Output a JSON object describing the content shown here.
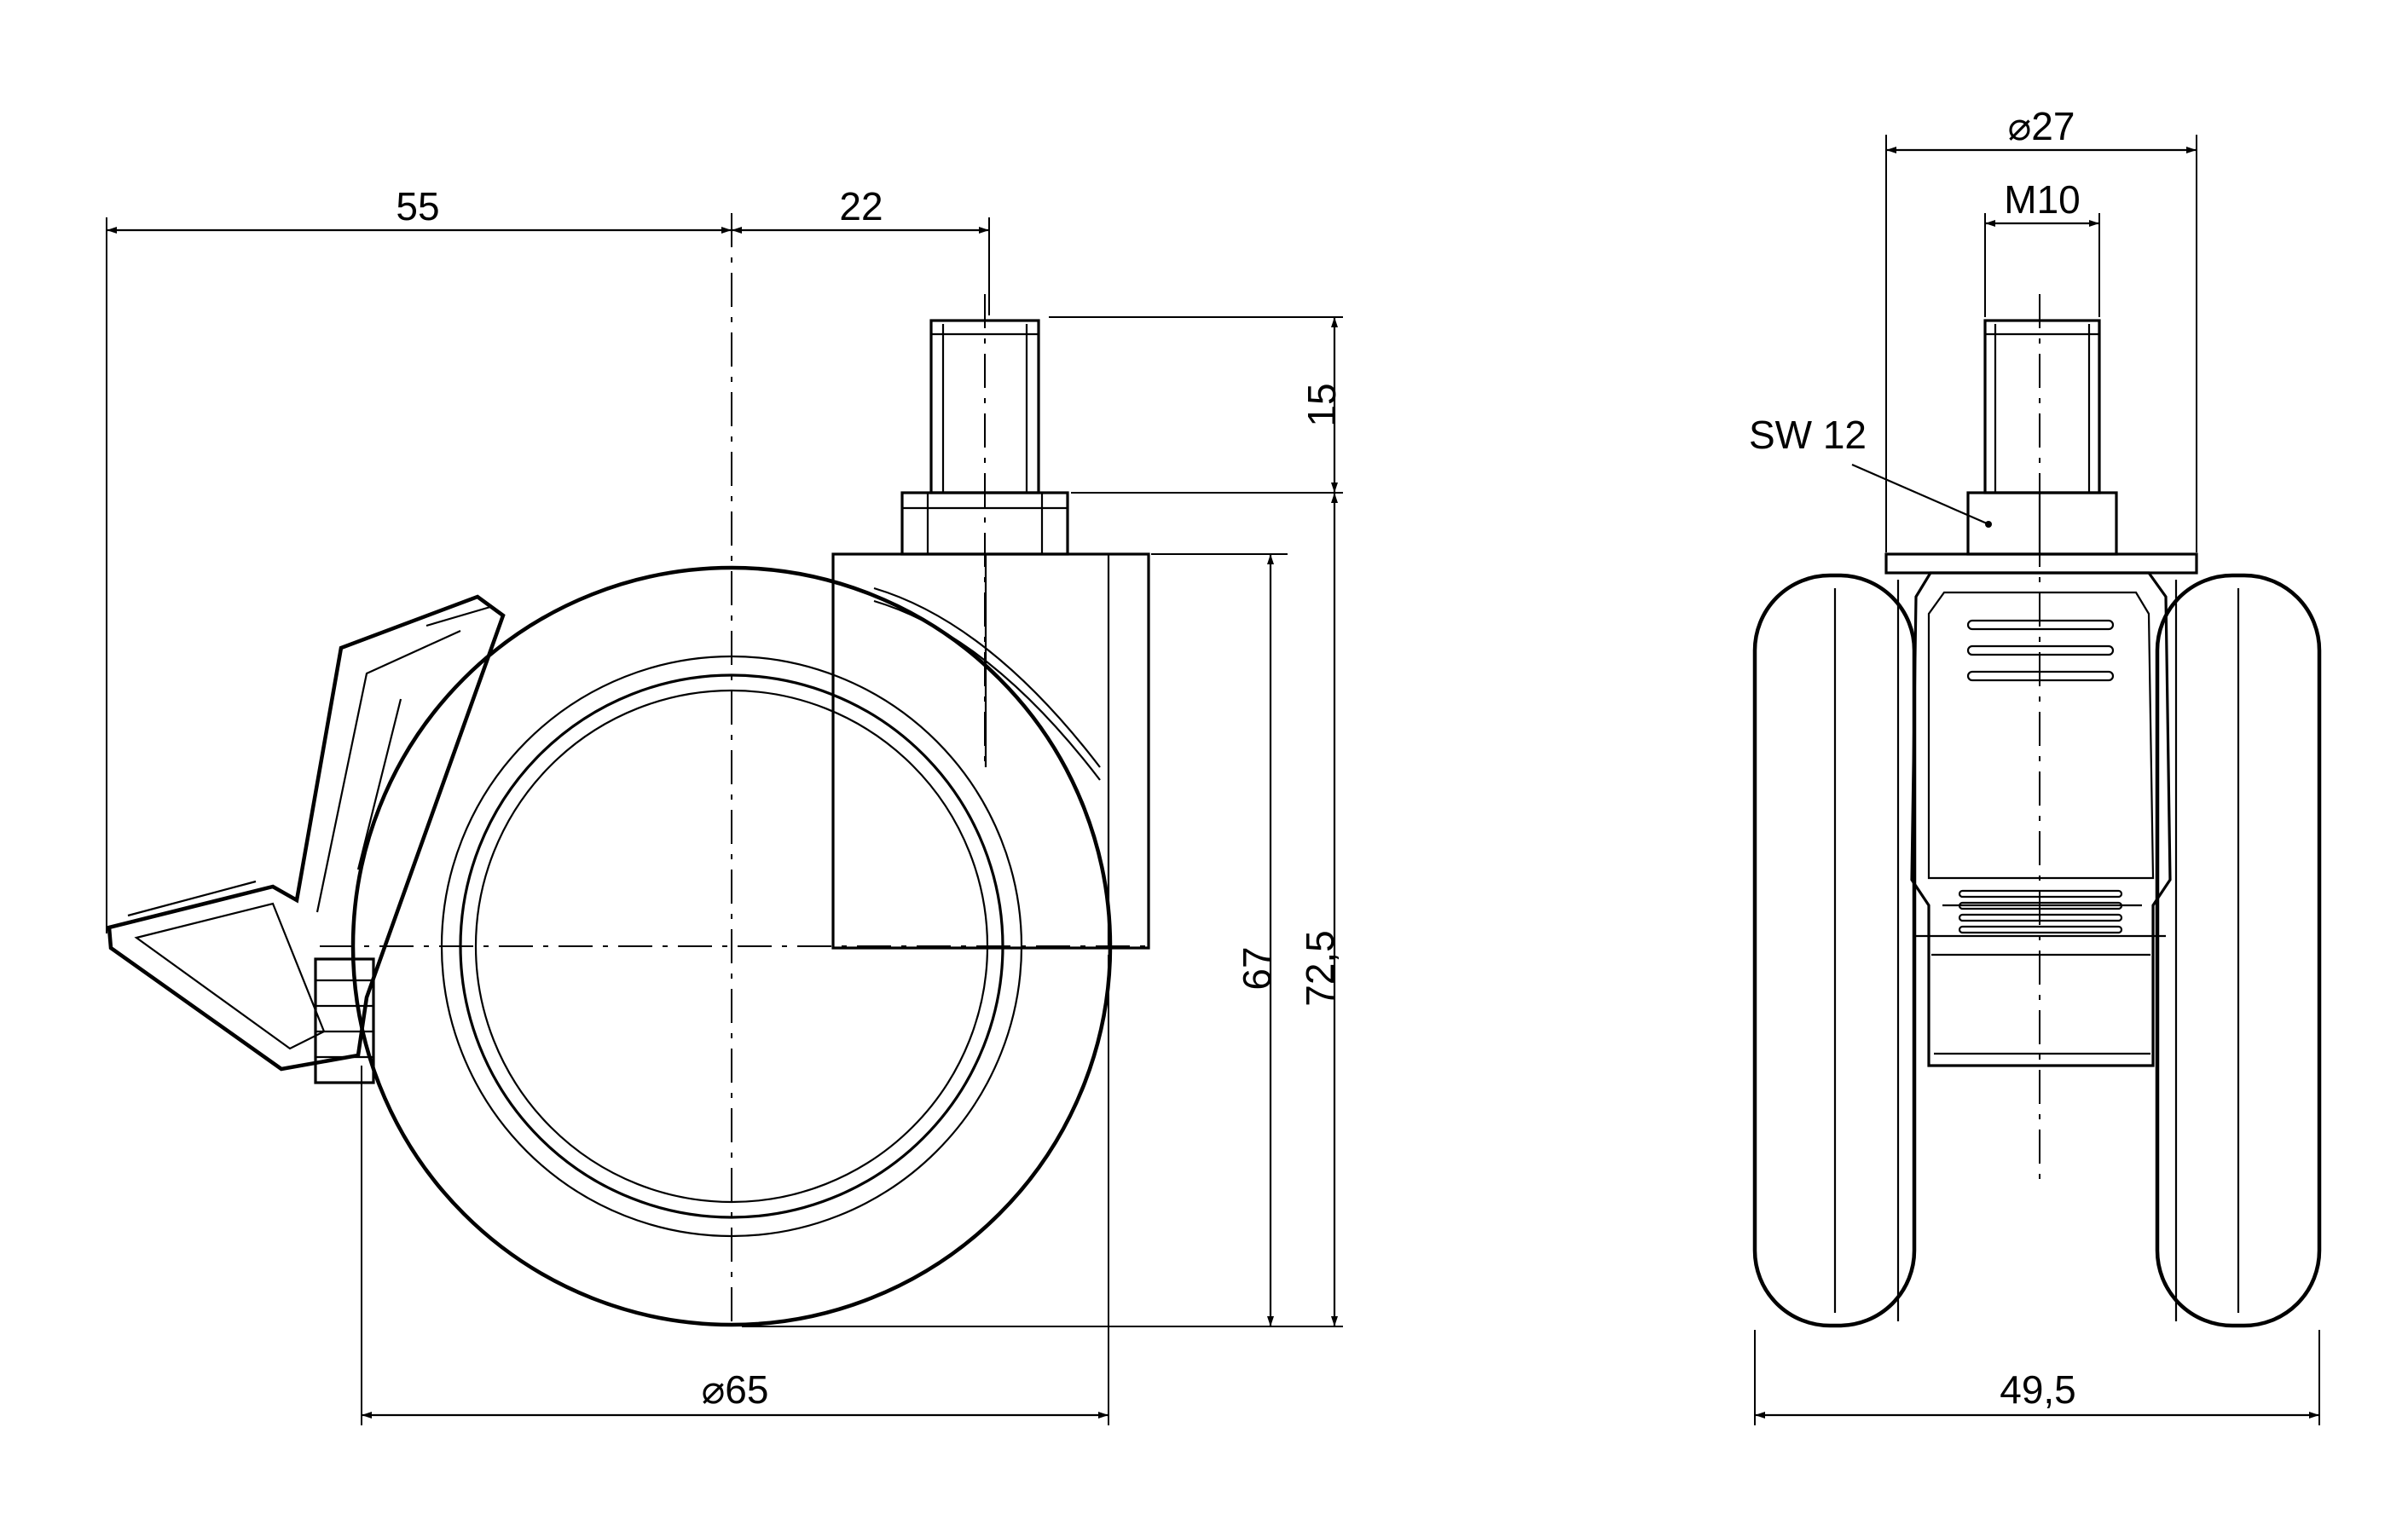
{
  "drawing": {
    "side_view": {
      "dim_brake_offset": "55",
      "dim_stem_offset": "22",
      "dim_stem_length": "15",
      "dim_height_inner": "67",
      "dim_height_total": "72,5",
      "dim_wheel_diameter": "⌀65"
    },
    "front_view": {
      "dim_plate_diameter": "⌀27",
      "dim_thread": "M10",
      "label_wrench_size": "SW 12",
      "dim_total_width": "49,5"
    }
  }
}
